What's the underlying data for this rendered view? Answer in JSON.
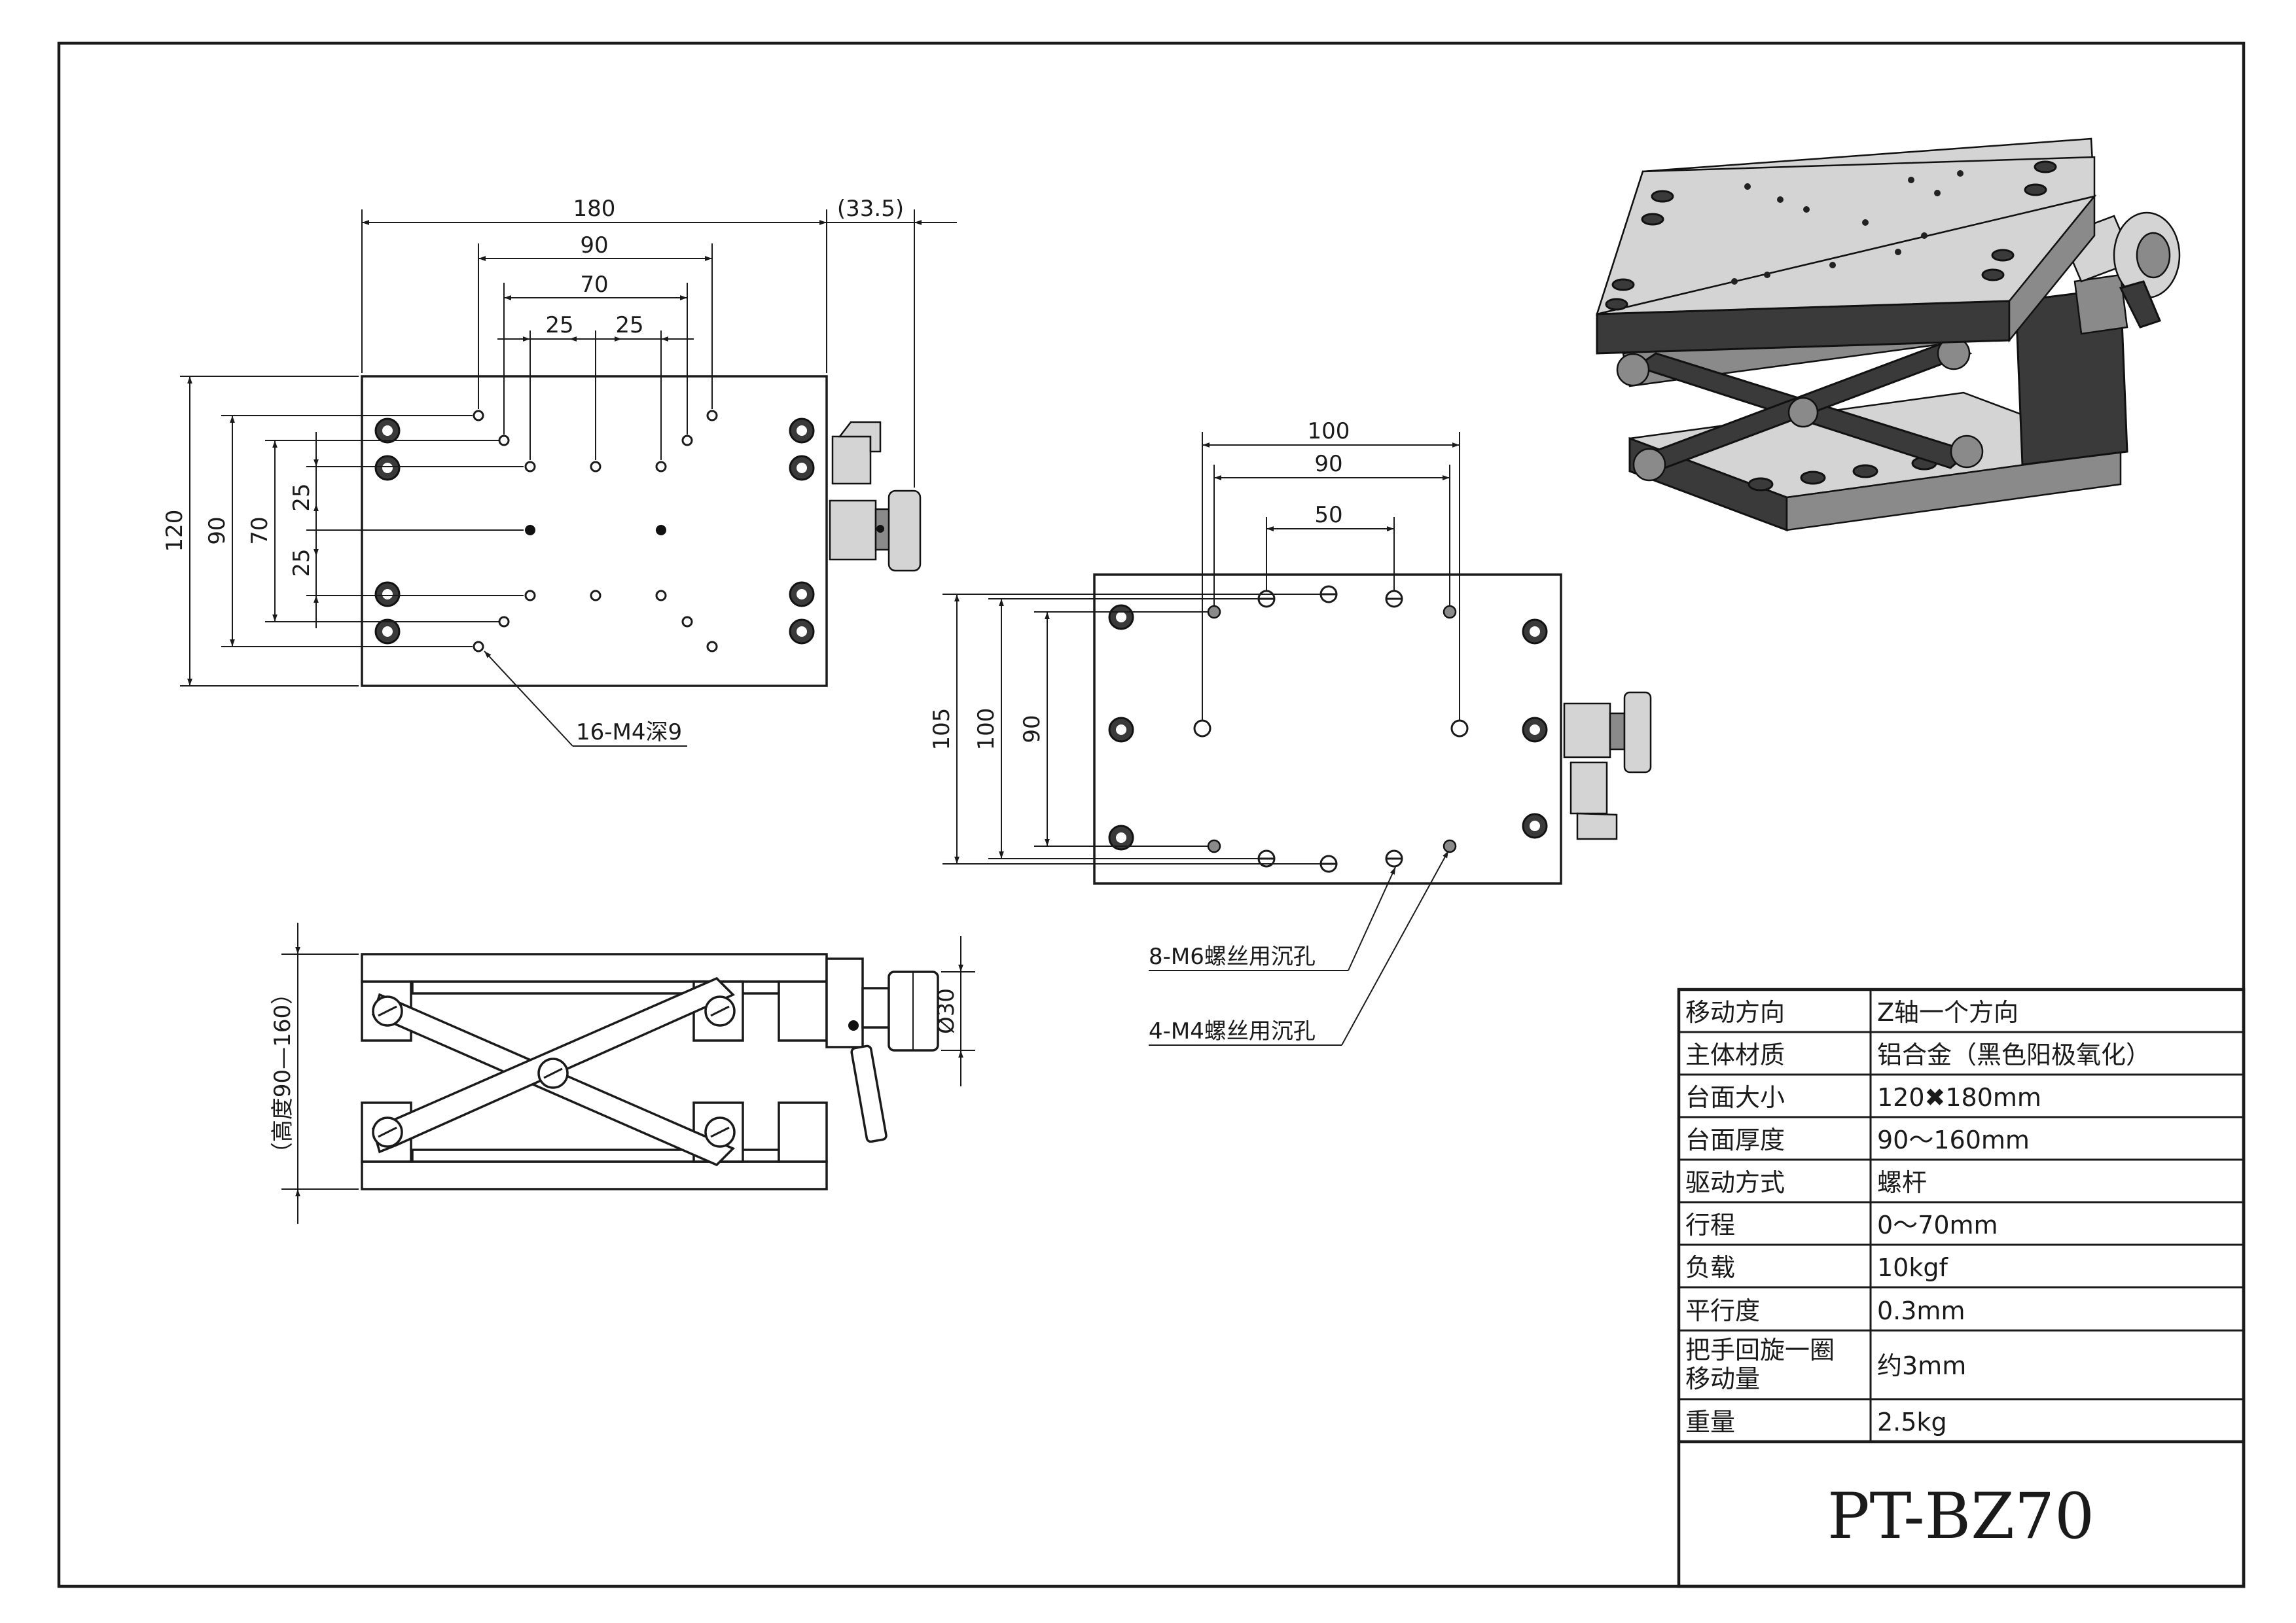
{
  "top_view": {
    "dims": {
      "w180": "180",
      "w335": "(33.5)",
      "w90": "90",
      "w70": "70",
      "w25a": "25",
      "w25b": "25",
      "h120": "120",
      "h90": "90",
      "h70": "70",
      "h25a": "25",
      "h25b": "25"
    },
    "callout": "16-M4深9"
  },
  "bottom_view": {
    "dims": {
      "w100": "100",
      "w90": "90",
      "w50": "50",
      "h105": "105",
      "h100": "100",
      "h90": "90"
    },
    "callouts": [
      "8-M6螺丝用沉孔",
      "4-M4螺丝用沉孔"
    ]
  },
  "side_view": {
    "dims": {
      "height": "（高度90—160）",
      "knob": "Ø30"
    }
  },
  "spec_table": [
    {
      "label": "移动方向",
      "value": "Z轴一个方向"
    },
    {
      "label": "主体材质",
      "value": "铝合金（黑色阳极氧化）"
    },
    {
      "label": "台面大小",
      "value": "120✖180mm"
    },
    {
      "label": "台面厚度",
      "value": "90～160mm"
    },
    {
      "label": "驱动方式",
      "value": "螺杆"
    },
    {
      "label": "行程",
      "value": "0～70mm"
    },
    {
      "label": "负载",
      "value": "10kgf"
    },
    {
      "label": "平行度",
      "value": "0.3mm"
    },
    {
      "label": "把手回旋一圈\n移动量",
      "value": "约3mm"
    },
    {
      "label": "重量",
      "value": "2.5kg"
    }
  ],
  "model": "PT-BZ70",
  "colors": {
    "line": "#1a1a1a",
    "body_dark": "#3a3a3a",
    "background": "#ffffff"
  }
}
